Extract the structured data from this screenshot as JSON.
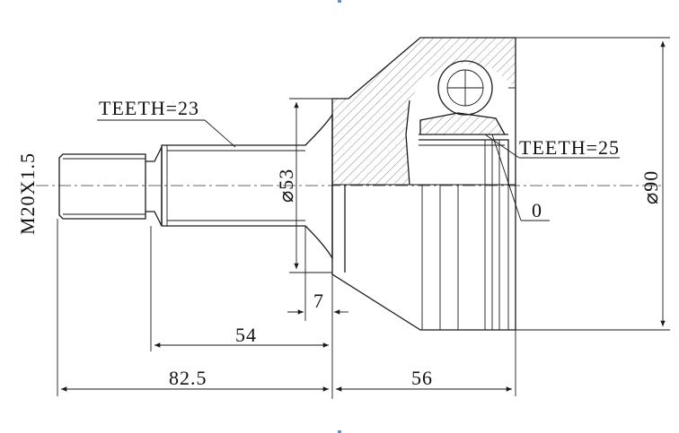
{
  "labels": {
    "thread": "M20X1.5",
    "teeth_outer": "TEETH=23",
    "teeth_inner": "TEETH=25",
    "diameter_shaft": "⌀53",
    "diameter_housing": "⌀90",
    "angle": "0",
    "dim_7": "7",
    "dim_54": "54",
    "dim_82_5": "82.5",
    "dim_56": "56"
  },
  "colors": {
    "line": "#1a1a1a",
    "corner_marks": "#6a8fb8"
  }
}
